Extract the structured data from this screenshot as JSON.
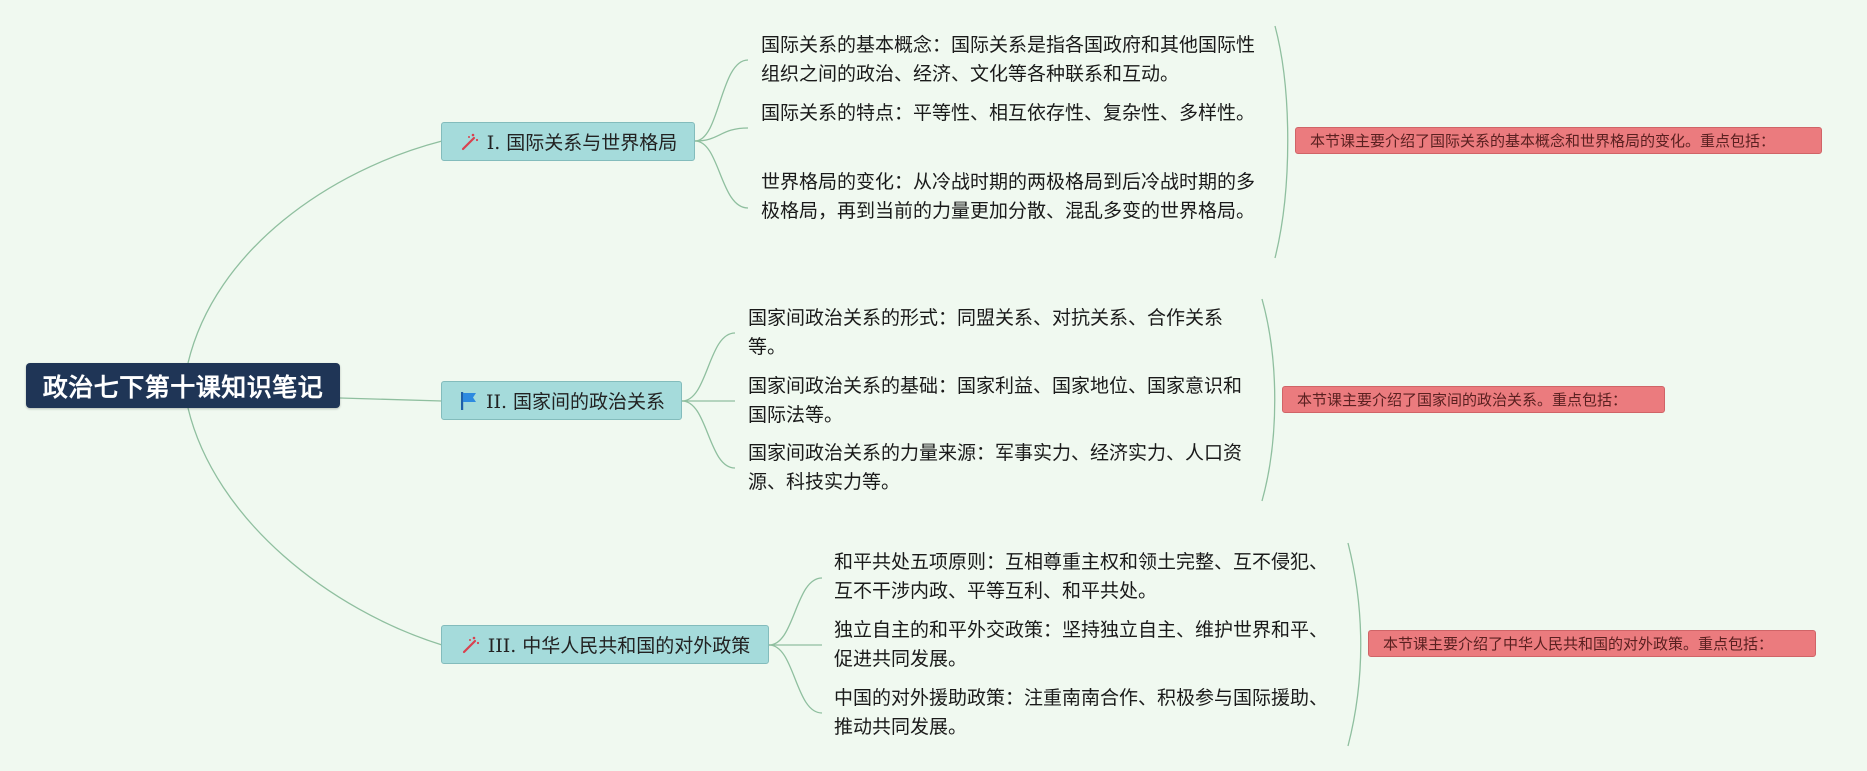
{
  "root": {
    "title": "政治七下第十课知识笔记"
  },
  "colors": {
    "background": "#f0f9f0",
    "root_fill": "#1f3556",
    "branch_fill": "#a5dbdb",
    "summary_fill": "#eb7b7e",
    "link_stroke": "#8fbf9f"
  },
  "branches": [
    {
      "label": "I. 国际关系与世界格局",
      "icon": "wand-icon",
      "items": [
        "国际关系的基本概念：国际关系是指各国政府和其他国际性组织之间的政治、经济、文化等各种联系和互动。",
        "国际关系的特点：平等性、相互依存性、复杂性、多样性。",
        "世界格局的变化：从冷战时期的两极格局到后冷战时期的多极格局，再到当前的力量更加分散、混乱多变的世界格局。"
      ],
      "summary": "本节课主要介绍了国际关系的基本概念和世界格局的变化。重点包括："
    },
    {
      "label": "II. 国家间的政治关系",
      "icon": "flag-icon",
      "items": [
        "国家间政治关系的形式：同盟关系、对抗关系、合作关系等。",
        "国家间政治关系的基础：国家利益、国家地位、国家意识和国际法等。",
        "国家间政治关系的力量来源：军事实力、经济实力、人口资源、科技实力等。"
      ],
      "summary": "本节课主要介绍了国家间的政治关系。重点包括："
    },
    {
      "label": "III. 中华人民共和国的对外政策",
      "icon": "wand-icon",
      "items": [
        "和平共处五项原则：互相尊重主权和领土完整、互不侵犯、互不干涉内政、平等互利、和平共处。",
        "独立自主的和平外交政策：坚持独立自主、维护世界和平、促进共同发展。",
        "中国的对外援助政策：注重南南合作、积极参与国际援助、推动共同发展。"
      ],
      "summary": "本节课主要介绍了中华人民共和国的对外政策。重点包括："
    }
  ]
}
